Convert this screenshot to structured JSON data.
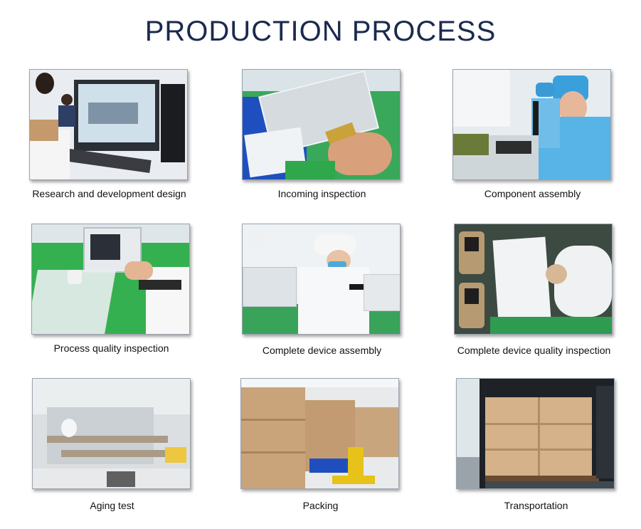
{
  "page": {
    "title": "PRODUCTION PROCESS"
  },
  "steps": [
    {
      "label": "Research and development design"
    },
    {
      "label": "Incoming inspection"
    },
    {
      "label": "Component assembly"
    },
    {
      "label": "Process quality inspection"
    },
    {
      "label": "Complete device assembly"
    },
    {
      "label": "Complete device quality inspection"
    },
    {
      "label": "Aging test"
    },
    {
      "label": "Packing"
    },
    {
      "label": "Transportation"
    }
  ]
}
